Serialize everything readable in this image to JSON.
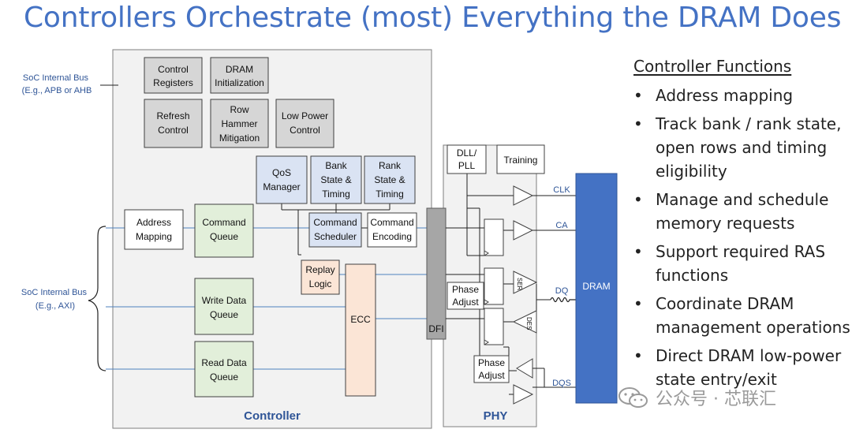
{
  "title": "Controllers Orchestrate (most) Everything the DRAM Does",
  "soc_bus_top": {
    "line1": "SoC Internal Bus",
    "line2": "(E.g.,  APB or AHB"
  },
  "soc_bus_mid": {
    "line1": "SoC Internal Bus",
    "line2": "(E.g., AXI)"
  },
  "controller": {
    "label": "Controller",
    "blocks": {
      "control_registers": [
        "Control",
        "Registers"
      ],
      "dram_initialization": [
        "DRAM",
        "Initialization"
      ],
      "refresh_control": [
        "Refresh",
        "Control"
      ],
      "row_hammer": [
        "Row",
        "Hammer",
        "Mitigation"
      ],
      "low_power_control": [
        "Low Power",
        "Control"
      ],
      "qos_manager": [
        "QoS",
        "Manager"
      ],
      "bank_state": [
        "Bank",
        "State &",
        "Timing"
      ],
      "rank_state": [
        "Rank",
        "State &",
        "Timing"
      ],
      "address_mapping": [
        "Address",
        "Mapping"
      ],
      "command_queue": [
        "Command",
        "Queue"
      ],
      "command_scheduler": [
        "Command",
        "Scheduler"
      ],
      "command_encoding": [
        "Command",
        "Encoding"
      ],
      "replay_logic": [
        "Replay",
        "Logic"
      ],
      "write_data_queue": [
        "Write Data",
        "Queue"
      ],
      "read_data_queue": [
        "Read Data",
        "Queue"
      ],
      "ecc": "ECC"
    }
  },
  "dfi": "DFI",
  "phy": {
    "label": "PHY",
    "dll_pll": [
      "DLL/",
      "PLL"
    ],
    "training": "Training",
    "phase_adjust_1": [
      "Phase",
      "Adjust"
    ],
    "phase_adjust_2": [
      "Phase",
      "Adjust"
    ],
    "ser": "SER",
    "des": "DES"
  },
  "signals": {
    "clk": "CLK",
    "ca": "CA",
    "dq": "DQ",
    "dqs": "DQS"
  },
  "dram": "DRAM",
  "functions": {
    "heading": "Controller Functions",
    "items": [
      [
        "Address mapping"
      ],
      [
        "Track bank / rank state,",
        "open rows and timing",
        "eligibility"
      ],
      [
        "Manage and schedule",
        "memory requests"
      ],
      [
        "Support required RAS",
        "functions"
      ],
      [
        "Coordinate DRAM",
        "management operations"
      ],
      [
        "Direct DRAM low-power",
        "state entry/exit"
      ]
    ]
  },
  "watermark": "公众号 · 芯联汇",
  "colors": {
    "title_blue": "#4472c4",
    "gray_block": "#d6d6d6",
    "green_block": "#e2efda",
    "blue_block": "#dae3f3",
    "orange_block": "#fbe5d6",
    "dram_blue": "#4472c4",
    "dfi_gray": "#a6a6a6",
    "panel_gray": "#f2f2f2",
    "line_blue": "#4f81bd",
    "label_blue": "#2f5597"
  }
}
